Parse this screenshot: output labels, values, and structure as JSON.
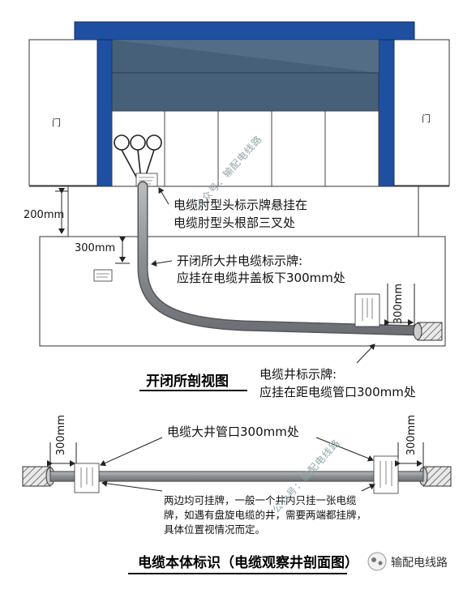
{
  "section_view": {
    "door_left": "门",
    "door_right": "门",
    "dim_200": "200mm",
    "dim_300_shaft": "300mm",
    "dim_300_pipe": "300mm",
    "label_elbow_line1": "电缆肘型头标示牌悬挂在",
    "label_elbow_line2": "电缆肘型头根部三叉处",
    "label_well_line1": "开闭所大井电缆标示牌:",
    "label_well_line2": "应挂在电缆井盖板下300mm处",
    "label_shaft_line1": "电缆井标示牌:",
    "label_shaft_line2": "应挂在距电缆管口300mm处",
    "title": "开闭所剖视图"
  },
  "body_view": {
    "dim_left": "300mm",
    "dim_right": "300mm",
    "label_pipe": "电缆大井管口300mm处",
    "note": "两边均可挂牌，一般一个井内只挂一张电缆牌，如遇有盘旋电缆的井，需要两端都挂牌，具体位置视情况而定。",
    "title": "电缆本体标识（电缆观察井剖面图）"
  },
  "watermarks": {
    "upper": "公众号：输配电线路",
    "lower": "公众号：输配电线路"
  },
  "brand": {
    "name": "输配电线路"
  },
  "colors": {
    "frame_blue": "#1f4fa0",
    "panel_top": "#46607a",
    "cable_gray": "#8a8f93"
  }
}
